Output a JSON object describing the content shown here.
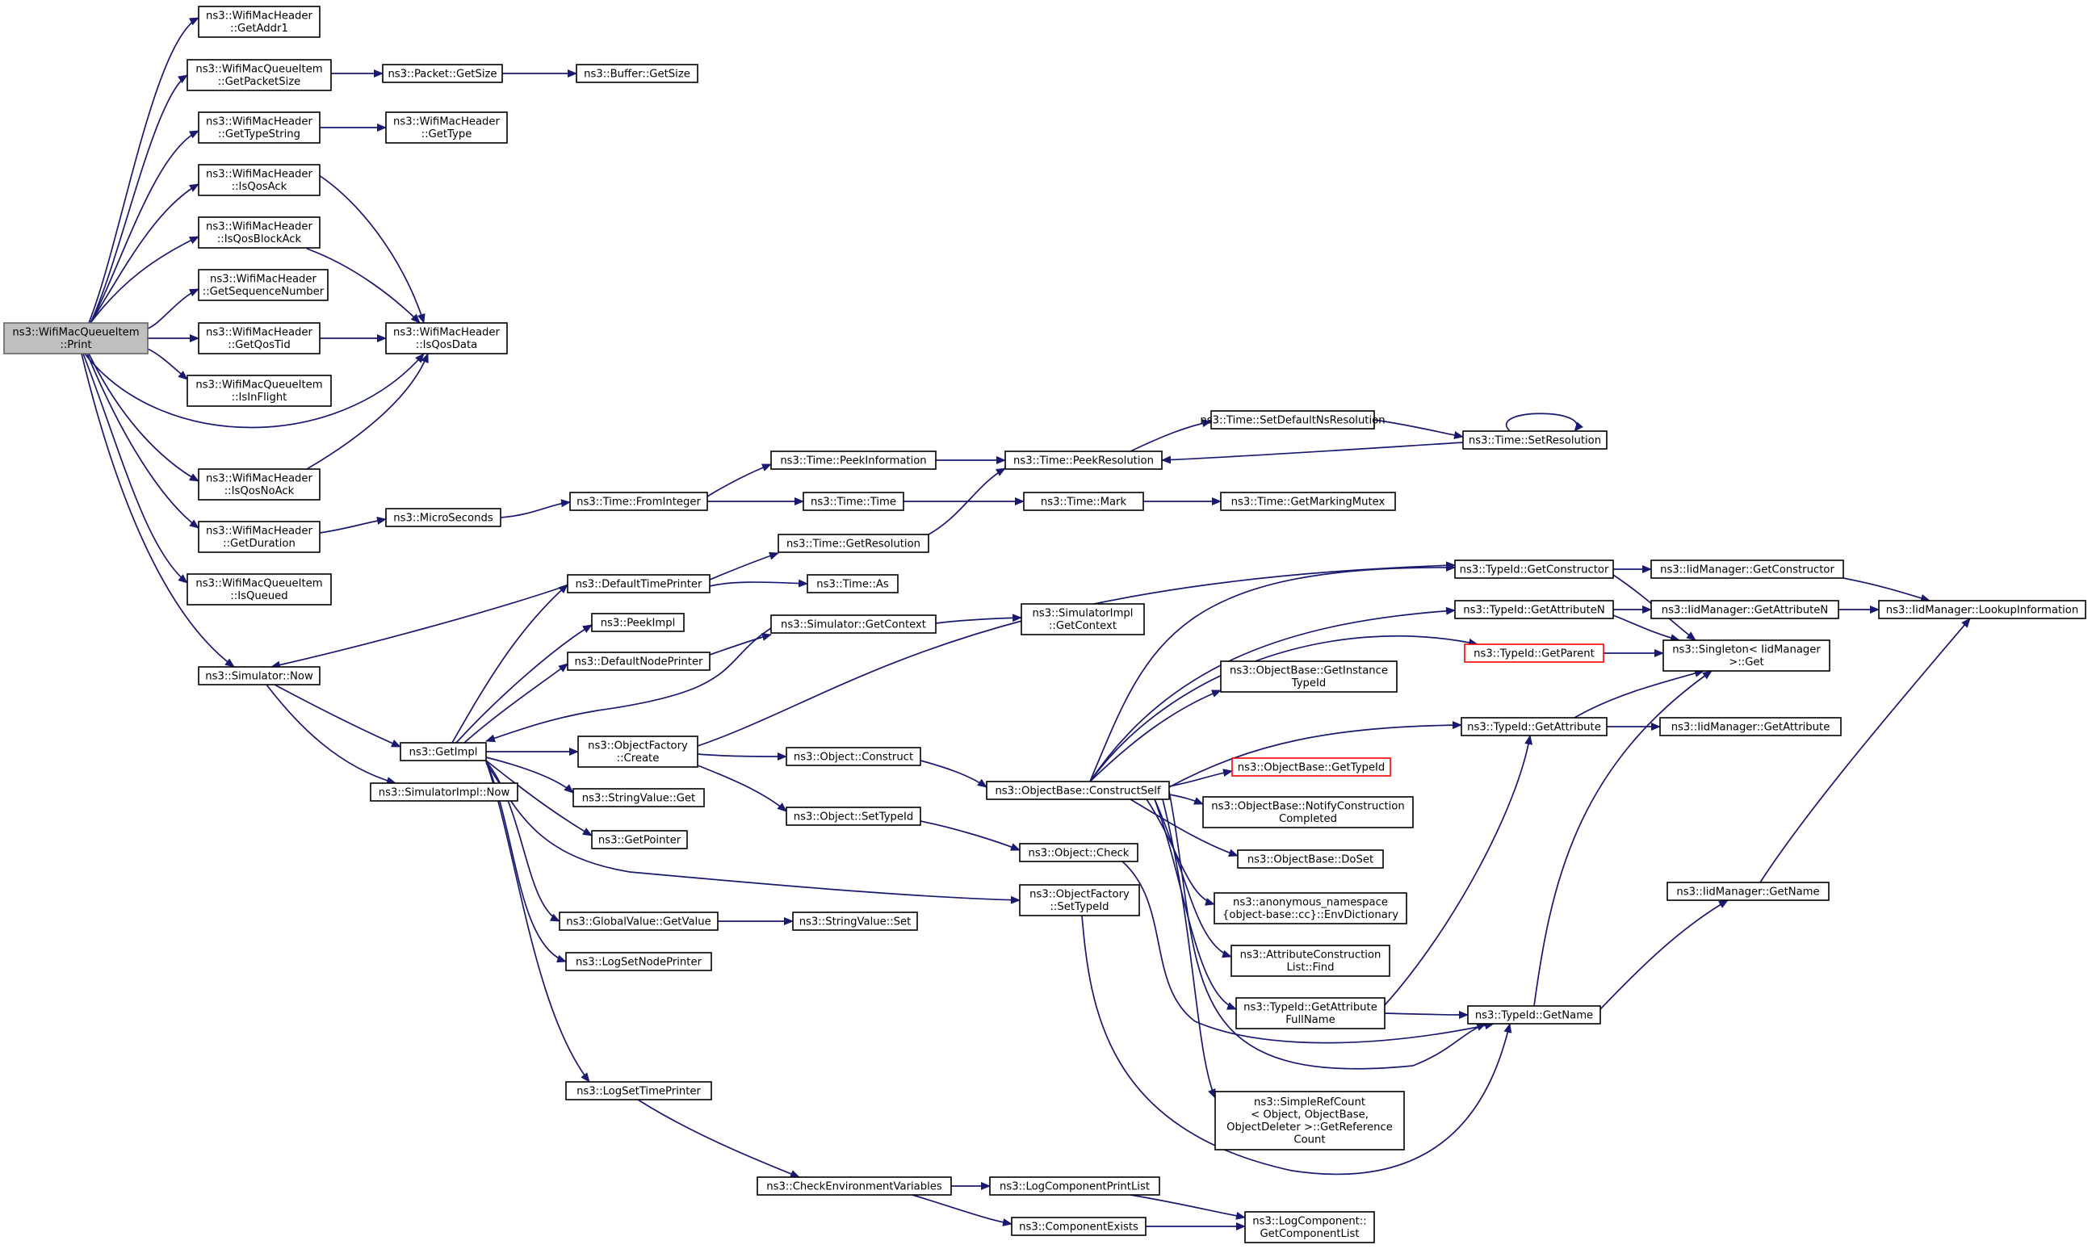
{
  "graph": {
    "title": "",
    "colors": {
      "edge": "#191970",
      "node_border": "#000000",
      "current_fill": "#bfbfbf",
      "truncated_border": "#ff0000"
    },
    "nodes": [
      {
        "id": "n_print",
        "lines": [
          "ns3::WifiMacQueueItem",
          "::Print"
        ],
        "current": true
      },
      {
        "id": "n_getaddr1",
        "lines": [
          "ns3::WifiMacHeader",
          "::GetAddr1"
        ]
      },
      {
        "id": "n_getpacketsize",
        "lines": [
          "ns3::WifiMacQueueItem",
          "::GetPacketSize"
        ]
      },
      {
        "id": "n_packet_getsize",
        "lines": [
          "ns3::Packet::GetSize"
        ]
      },
      {
        "id": "n_buffer_getsize",
        "lines": [
          "ns3::Buffer::GetSize"
        ]
      },
      {
        "id": "n_gettypestring",
        "lines": [
          "ns3::WifiMacHeader",
          "::GetTypeString"
        ]
      },
      {
        "id": "n_gettype",
        "lines": [
          "ns3::WifiMacHeader",
          "::GetType"
        ]
      },
      {
        "id": "n_isqosack",
        "lines": [
          "ns3::WifiMacHeader",
          "::IsQosAck"
        ]
      },
      {
        "id": "n_isqosblockack",
        "lines": [
          "ns3::WifiMacHeader",
          "::IsQosBlockAck"
        ]
      },
      {
        "id": "n_getseqnum",
        "lines": [
          "ns3::WifiMacHeader",
          "::GetSequenceNumber"
        ]
      },
      {
        "id": "n_getqostid",
        "lines": [
          "ns3::WifiMacHeader",
          "::GetQosTid"
        ]
      },
      {
        "id": "n_isqosdata",
        "lines": [
          "ns3::WifiMacHeader",
          "::IsQosData"
        ]
      },
      {
        "id": "n_isinflight",
        "lines": [
          "ns3::WifiMacQueueItem",
          "::IsInFlight"
        ]
      },
      {
        "id": "n_isqosnoack",
        "lines": [
          "ns3::WifiMacHeader",
          "::IsQosNoAck"
        ]
      },
      {
        "id": "n_getduration",
        "lines": [
          "ns3::WifiMacHeader",
          "::GetDuration"
        ]
      },
      {
        "id": "n_microseconds",
        "lines": [
          "ns3::MicroSeconds"
        ]
      },
      {
        "id": "n_frominteger",
        "lines": [
          "ns3::Time::FromInteger"
        ]
      },
      {
        "id": "n_peekinformation",
        "lines": [
          "ns3::Time::PeekInformation"
        ]
      },
      {
        "id": "n_time_time",
        "lines": [
          "ns3::Time::Time"
        ]
      },
      {
        "id": "n_peekresolution",
        "lines": [
          "ns3::Time::PeekResolution"
        ]
      },
      {
        "id": "n_setdefaultnsres",
        "lines": [
          "ns3::Time::SetDefaultNsResolution"
        ]
      },
      {
        "id": "n_setresolution",
        "lines": [
          "ns3::Time::SetResolution"
        ]
      },
      {
        "id": "n_time_mark",
        "lines": [
          "ns3::Time::Mark"
        ]
      },
      {
        "id": "n_getmarkingmutex",
        "lines": [
          "ns3::Time::GetMarkingMutex"
        ]
      },
      {
        "id": "n_isqueued",
        "lines": [
          "ns3::WifiMacQueueItem",
          "::IsQueued"
        ]
      },
      {
        "id": "n_defaulttimeprinter",
        "lines": [
          "ns3::DefaultTimePrinter"
        ]
      },
      {
        "id": "n_getresolution",
        "lines": [
          "ns3::Time::GetResolution"
        ]
      },
      {
        "id": "n_time_as",
        "lines": [
          "ns3::Time::As"
        ]
      },
      {
        "id": "n_peekimpl",
        "lines": [
          "ns3::PeekImpl"
        ]
      },
      {
        "id": "n_sim_getcontext",
        "lines": [
          "ns3::Simulator::GetContext"
        ]
      },
      {
        "id": "n_simimpl_getcontext",
        "lines": [
          "ns3::SimulatorImpl",
          "::GetContext"
        ]
      },
      {
        "id": "n_defaultnodeprinter",
        "lines": [
          "ns3::DefaultNodePrinter"
        ]
      },
      {
        "id": "n_sim_now",
        "lines": [
          "ns3::Simulator::Now"
        ]
      },
      {
        "id": "n_getimpl",
        "lines": [
          "ns3::GetImpl"
        ]
      },
      {
        "id": "n_simimpl_now",
        "lines": [
          "ns3::SimulatorImpl::Now"
        ]
      },
      {
        "id": "n_of_create",
        "lines": [
          "ns3::ObjectFactory",
          "::Create"
        ]
      },
      {
        "id": "n_obj_construct",
        "lines": [
          "ns3::Object::Construct"
        ]
      },
      {
        "id": "n_stringvalue_get",
        "lines": [
          "ns3::StringValue::Get"
        ]
      },
      {
        "id": "n_obj_settypeid",
        "lines": [
          "ns3::Object::SetTypeId"
        ]
      },
      {
        "id": "n_getpointer",
        "lines": [
          "ns3::GetPointer"
        ]
      },
      {
        "id": "n_obj_check",
        "lines": [
          "ns3::Object::Check"
        ]
      },
      {
        "id": "n_of_settypeid",
        "lines": [
          "ns3::ObjectFactory",
          "::SetTypeId"
        ]
      },
      {
        "id": "n_gv_getvalue",
        "lines": [
          "ns3::GlobalValue::GetValue"
        ]
      },
      {
        "id": "n_stringvalue_set",
        "lines": [
          "ns3::StringValue::Set"
        ]
      },
      {
        "id": "n_logsetnodeprinter",
        "lines": [
          "ns3::LogSetNodePrinter"
        ]
      },
      {
        "id": "n_logsettimeprinter",
        "lines": [
          "ns3::LogSetTimePrinter"
        ]
      },
      {
        "id": "n_checkenv",
        "lines": [
          "ns3::CheckEnvironmentVariables"
        ]
      },
      {
        "id": "n_logcompprintlist",
        "lines": [
          "ns3::LogComponentPrintList"
        ]
      },
      {
        "id": "n_componentexists",
        "lines": [
          "ns3::ComponentExists"
        ]
      },
      {
        "id": "n_getcomponentlist",
        "lines": [
          "ns3::LogComponent::",
          "GetComponentList"
        ]
      },
      {
        "id": "n_ob_constructself",
        "lines": [
          "ns3::ObjectBase::ConstructSelf"
        ]
      },
      {
        "id": "n_ob_getinstancetypeid",
        "lines": [
          "ns3::ObjectBase::GetInstance",
          "TypeId"
        ]
      },
      {
        "id": "n_ob_gettypeid",
        "lines": [
          "ns3::ObjectBase::GetTypeId"
        ],
        "truncated": true
      },
      {
        "id": "n_ob_notifyconstruction",
        "lines": [
          "ns3::ObjectBase::NotifyConstruction",
          "Completed"
        ]
      },
      {
        "id": "n_ob_doset",
        "lines": [
          "ns3::ObjectBase::DoSet"
        ]
      },
      {
        "id": "n_envdictionary",
        "lines": [
          "ns3::anonymous_namespace",
          "{object-base::cc}::EnvDictionary"
        ]
      },
      {
        "id": "n_attrconstructionfind",
        "lines": [
          "ns3::AttributeConstruction",
          "List::Find"
        ]
      },
      {
        "id": "n_tid_getattrfullname",
        "lines": [
          "ns3::TypeId::GetAttribute",
          "FullName"
        ]
      },
      {
        "id": "n_simplerefcount",
        "lines": [
          "ns3::SimpleRefCount",
          "< Object, ObjectBase,",
          "ObjectDeleter >::GetReference",
          "Count"
        ]
      },
      {
        "id": "n_tid_getconstructor",
        "lines": [
          "ns3::TypeId::GetConstructor"
        ]
      },
      {
        "id": "n_tid_getattributen",
        "lines": [
          "ns3::TypeId::GetAttributeN"
        ]
      },
      {
        "id": "n_tid_getparent",
        "lines": [
          "ns3::TypeId::GetParent"
        ],
        "truncated": true
      },
      {
        "id": "n_tid_getattribute",
        "lines": [
          "ns3::TypeId::GetAttribute"
        ]
      },
      {
        "id": "n_tid_getname",
        "lines": [
          "ns3::TypeId::GetName"
        ]
      },
      {
        "id": "n_iid_getconstructor",
        "lines": [
          "ns3::IidManager::GetConstructor"
        ]
      },
      {
        "id": "n_iid_getattributen",
        "lines": [
          "ns3::IidManager::GetAttributeN"
        ]
      },
      {
        "id": "n_iid_lookupinfo",
        "lines": [
          "ns3::IidManager::LookupInformation"
        ]
      },
      {
        "id": "n_singleton_get",
        "lines": [
          "ns3::Singleton< IidManager",
          ">::Get"
        ]
      },
      {
        "id": "n_iid_getattribute",
        "lines": [
          "ns3::IidManager::GetAttribute"
        ]
      },
      {
        "id": "n_iid_getname",
        "lines": [
          "ns3::IidManager::GetName"
        ]
      }
    ]
  }
}
